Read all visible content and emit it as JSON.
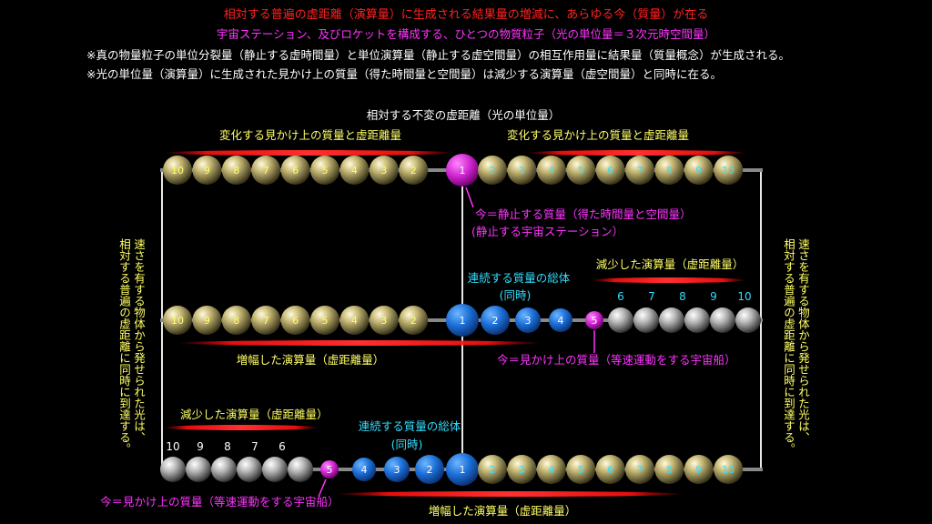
{
  "header": {
    "line1": "相対する普遍の虚距離（演算量）に生成される結果量の増減に、あらゆる今（質量）が在る",
    "line2": "宇宙ステーション、及びロケットを構成する、ひとつの物質粒子（光の単位量＝３次元時空間量）",
    "note1": "※真の物量粒子の単位分裂量（静止する虚時間量）と単位演算量（静止する虚空間量）の相互作用量に結果量（質量概念）が生成される。",
    "note2": "※光の単位量（演算量）に生成された見かけ上の質量（得た時間量と空間量）は減少する演算量（虚空間量）と同時に在る。"
  },
  "top": {
    "center_label": "相対する不変の虚距離（光の単位量）",
    "left_label": "変化する見かけ上の質量と虚距離量",
    "right_label": "変化する見かけ上の質量と虚距離量",
    "now_label": "今＝静止する質量（得た時間量と空間量）",
    "now_sub": "(静止する宇宙ステーション）",
    "left_balls": [
      "10",
      "9",
      "8",
      "7",
      "6",
      "5",
      "4",
      "3",
      "2"
    ],
    "center_ball": "1",
    "right_balls": [
      "2",
      "3",
      "4",
      "5",
      "6",
      "7",
      "8",
      "9",
      "10"
    ]
  },
  "middle": {
    "total_label": "連続する質量の総体",
    "total_sub": "(同時)",
    "decrease_label": "減少した演算量（虚距離量）",
    "increase_label": "増幅した演算量（虚距離量）",
    "ship_label": "今＝見かけ上の質量（等速運動をする宇宙船）",
    "left_balls": [
      "10",
      "9",
      "8",
      "7",
      "6",
      "5",
      "4",
      "3",
      "2"
    ],
    "blue_balls": [
      "1",
      "2",
      "3",
      "4"
    ],
    "ship_ball": "5",
    "right_numbers": [
      "6",
      "7",
      "8",
      "9",
      "10"
    ]
  },
  "bottom": {
    "decrease_label": "減少した演算量（虚距離量）",
    "total_label": "連続する質量の総体",
    "total_sub": "(同時)",
    "ship_label": "今＝見かけ上の質量（等速運動をする宇宙船）",
    "increase_label": "増幅した演算量（虚距離量）",
    "left_numbers": [
      "10",
      "9",
      "8",
      "7",
      "6"
    ],
    "ship_ball": "5",
    "blue_balls": [
      "4",
      "3",
      "2",
      "1"
    ],
    "right_balls": [
      "2",
      "3",
      "4",
      "5",
      "6",
      "7",
      "8",
      "9",
      "10"
    ]
  },
  "side": {
    "left_col1": "速さを有する物体から発せられた光は、",
    "left_col2": "相対する普遍の虚距離に同時に到達する。",
    "right_col1": "速さを有する物体から発せられた光は、",
    "right_col2": "相対する普遍の虚距離に同時に到達する。"
  },
  "colors": {
    "title_red": "#ff2020",
    "magenta": "#ff33ff",
    "white": "#ffffff",
    "yellow": "#ffff66",
    "cyan": "#33ddff",
    "blue_ball": "#1b6fd8",
    "gold_ball": "#b8a860",
    "ship_ball": "#cc22cc"
  }
}
